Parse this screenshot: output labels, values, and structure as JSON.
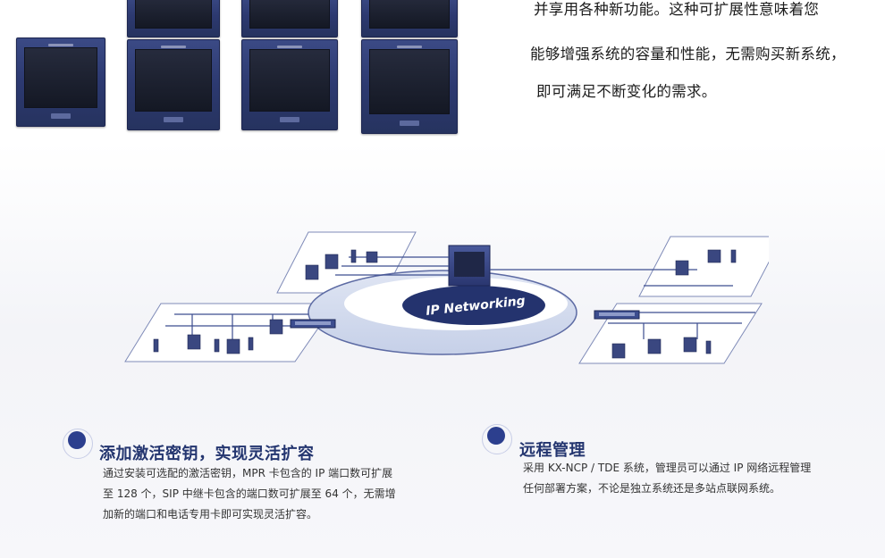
{
  "intro": {
    "lines": [
      "并享用各种新功能。这种可扩展性意味着您",
      "能够增强系统的容量和性能，无需购买新系统，",
      "即可满足不断变化的需求。"
    ]
  },
  "diagram": {
    "network_label": "IP Networking"
  },
  "features": {
    "activation": {
      "title": "添加激活密钥，实现灵活扩容",
      "lines": [
        "通过安装可选配的激活密钥，MPR 卡包含的 IP 端口数可扩展",
        "至 128 个，SIP 中继卡包含的端口数可扩展至 64 个，无需增",
        "加新的端口和电话专用卡即可实现灵活扩容。"
      ]
    },
    "remote": {
      "title": "远程管理",
      "lines": [
        "采用 KX-NCP / TDE 系统，管理员可以通过 IP 网络远程管理",
        "任何部署方案，不论是独立系统还是多站点联网系统。"
      ]
    }
  },
  "colors": {
    "accent": "#23356f",
    "cabinet": "#2c3970",
    "bullet": "#2c3f8e"
  }
}
